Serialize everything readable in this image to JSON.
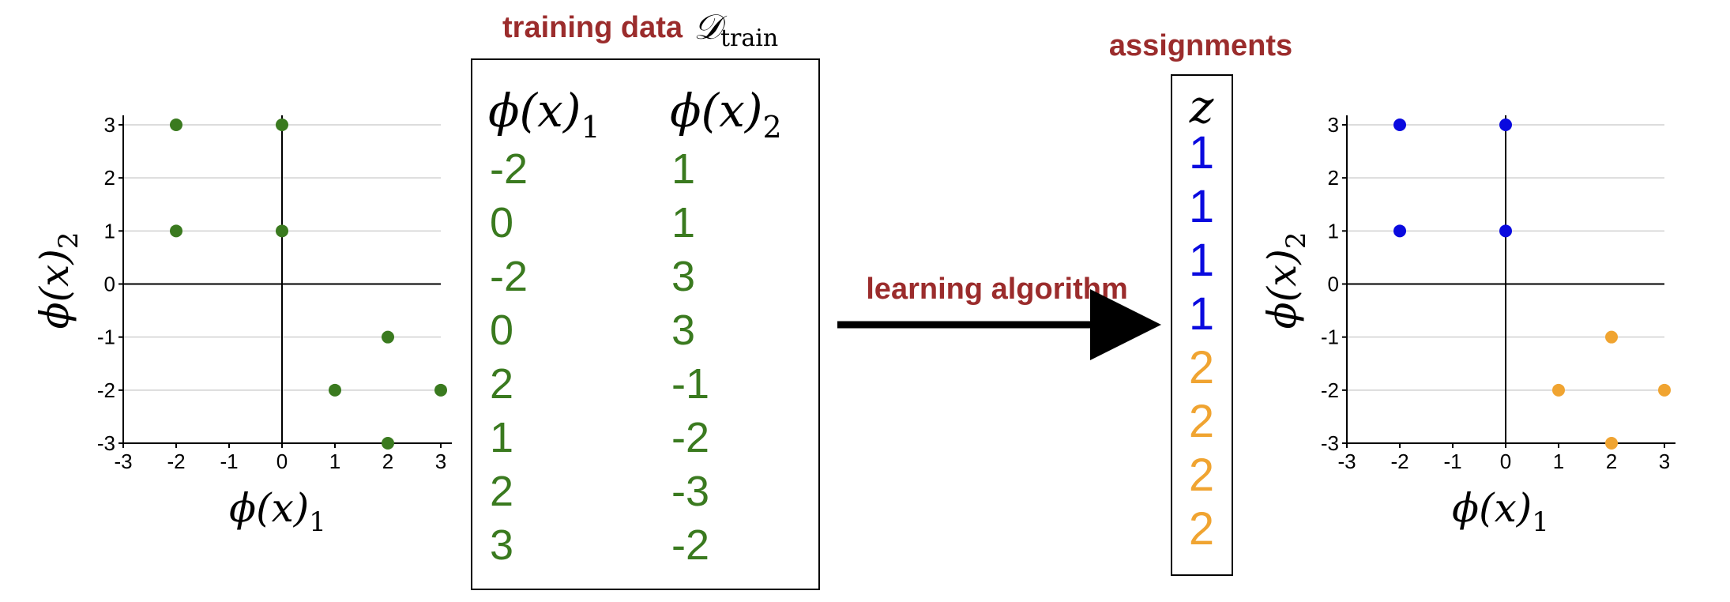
{
  "colors": {
    "heading": "#9b2c2c",
    "train_point": "#3a7a1f",
    "cluster_1": "#0a0adf",
    "cluster_2": "#f0a431",
    "grid": "#d0d0d0"
  },
  "training_heading": {
    "text": "training data",
    "symbol": "𝒟",
    "subscript": "train"
  },
  "assignments_heading": "assignments",
  "arrow_label": "learning algorithm",
  "table": {
    "col1_header": {
      "base": "ϕ(x)",
      "sub": "1"
    },
    "col2_header": {
      "base": "ϕ(x)",
      "sub": "2"
    },
    "rows": [
      [
        "-2",
        "1"
      ],
      [
        "0",
        "1"
      ],
      [
        "-2",
        "3"
      ],
      [
        "0",
        "3"
      ],
      [
        "2",
        "-1"
      ],
      [
        "1",
        "-2"
      ],
      [
        "2",
        "-3"
      ],
      [
        "3",
        "-2"
      ]
    ]
  },
  "assignments": {
    "header": "z",
    "values": [
      "1",
      "1",
      "1",
      "1",
      "2",
      "2",
      "2",
      "2"
    ]
  },
  "chart_data": [
    {
      "type": "scatter",
      "xlabel": "ϕ(x)₁",
      "ylabel": "ϕ(x)₂",
      "xlim": [
        -3,
        3
      ],
      "ylim": [
        -3,
        3
      ],
      "xticks": [
        "-3",
        "-2",
        "-1",
        "0",
        "1",
        "2",
        "3"
      ],
      "yticks": [
        "3",
        "2",
        "1",
        "0",
        "-1",
        "-2",
        "-3"
      ],
      "grid": "horizontal",
      "series": [
        {
          "points": [
            [
              -2,
              1
            ],
            [
              0,
              1
            ],
            [
              -2,
              3
            ],
            [
              0,
              3
            ],
            [
              2,
              -1
            ],
            [
              1,
              -2
            ],
            [
              2,
              -3
            ],
            [
              3,
              -2
            ]
          ]
        }
      ]
    },
    {
      "type": "scatter",
      "xlabel": "ϕ(x)₁",
      "ylabel": "ϕ(x)₂",
      "xlim": [
        -3,
        3
      ],
      "ylim": [
        -3,
        3
      ],
      "xticks": [
        "-3",
        "-2",
        "-1",
        "0",
        "1",
        "2",
        "3"
      ],
      "yticks": [
        "3",
        "2",
        "1",
        "0",
        "-1",
        "-2",
        "-3"
      ],
      "grid": "horizontal",
      "series": [
        {
          "points": [
            [
              -2,
              1
            ],
            [
              0,
              1
            ],
            [
              -2,
              3
            ],
            [
              0,
              3
            ]
          ]
        },
        {
          "points": [
            [
              2,
              -1
            ],
            [
              1,
              -2
            ],
            [
              2,
              -3
            ],
            [
              3,
              -2
            ]
          ]
        }
      ]
    }
  ]
}
